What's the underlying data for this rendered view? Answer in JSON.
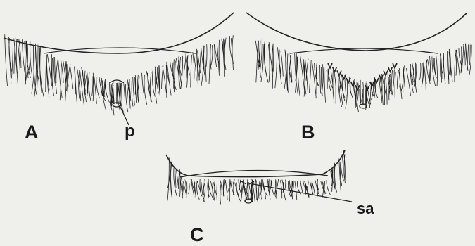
{
  "panels": {
    "a": {
      "label": "A",
      "part_label": "p"
    },
    "b": {
      "label": "B"
    },
    "c": {
      "label": "C",
      "part_label": "sa"
    }
  }
}
